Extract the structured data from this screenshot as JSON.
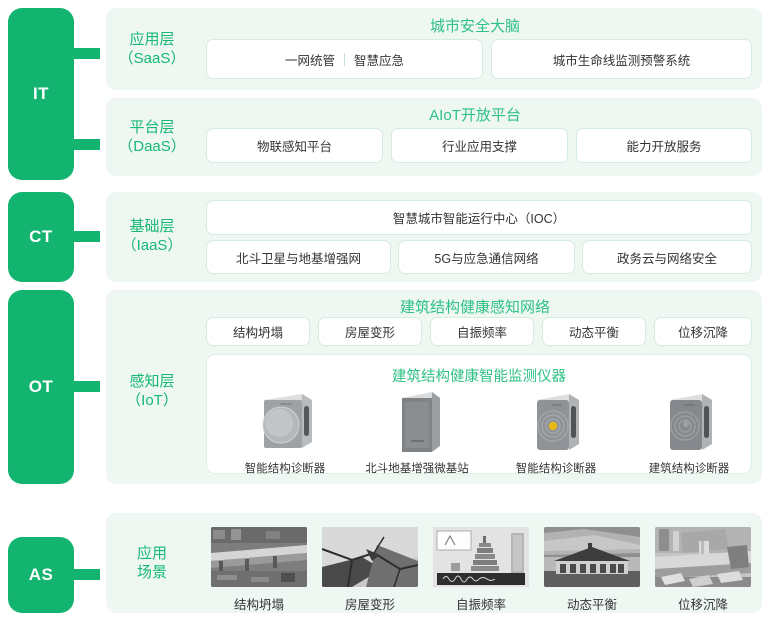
{
  "pillars": [
    {
      "id": "it",
      "label": "IT"
    },
    {
      "id": "ct",
      "label": "CT"
    },
    {
      "id": "ot",
      "label": "OT"
    },
    {
      "id": "as",
      "label": "AS"
    }
  ],
  "layers": {
    "saas": {
      "label_line1": "应用层",
      "label_line2": "（SaaS）",
      "title": "城市安全大脑",
      "chips": [
        {
          "left": "一网统管",
          "right": "智慧应急",
          "separator": "|"
        },
        {
          "text": "城市生命线监测预警系统"
        }
      ]
    },
    "daas": {
      "label_line1": "平台层",
      "label_line2": "（DaaS）",
      "title": "AIoT开放平台",
      "chips": [
        {
          "text": "物联感知平台"
        },
        {
          "text": "行业应用支撑"
        },
        {
          "text": "能力开放服务"
        }
      ]
    },
    "iaas": {
      "label_line1": "基础层",
      "label_line2": "（IaaS）",
      "wide_chip": {
        "text": "智慧城市智能运行中心（IOC）"
      },
      "chips": [
        {
          "text": "北斗卫星与地基增强网"
        },
        {
          "text": "5G与应急通信网络"
        },
        {
          "text": "政务云与网络安全"
        }
      ]
    },
    "iot": {
      "label_line1": "感知层",
      "label_line2": "（IoT）",
      "title": "建筑结构健康感知网络",
      "chips": [
        {
          "text": "结构坍塌"
        },
        {
          "text": "房屋变形"
        },
        {
          "text": "自振频率"
        },
        {
          "text": "动态平衡"
        },
        {
          "text": "位移沉降"
        }
      ],
      "instrument": {
        "title": "建筑结构健康智能监测仪器",
        "devices": [
          {
            "name": "智能结构诊断器",
            "art": "disc-device"
          },
          {
            "name": "北斗地基增强微基站",
            "art": "tall-box-device"
          },
          {
            "name": "智能结构诊断器",
            "art": "ring-dot-device"
          },
          {
            "name": "建筑结构诊断器",
            "art": "ring-device"
          }
        ]
      }
    },
    "scenarios": {
      "label_line1": "应用",
      "label_line2": "场景",
      "items": [
        {
          "caption": "结构坍塌",
          "art": "collapsed-bridge-photo"
        },
        {
          "caption": "房屋变形",
          "art": "cracked-wall-photo"
        },
        {
          "caption": "自振频率",
          "art": "seismogram-diagram"
        },
        {
          "caption": "动态平衡",
          "art": "house-photo"
        },
        {
          "caption": "位移沉降",
          "art": "settlement-photo"
        }
      ]
    }
  },
  "colors": {
    "brand_green": "#12b46f",
    "title_green": "#2fc186",
    "label_green": "#16b974",
    "panel_bg": "#eef7f2",
    "chip_border": "#d7ece0",
    "accent_amber": "#e8b818"
  }
}
